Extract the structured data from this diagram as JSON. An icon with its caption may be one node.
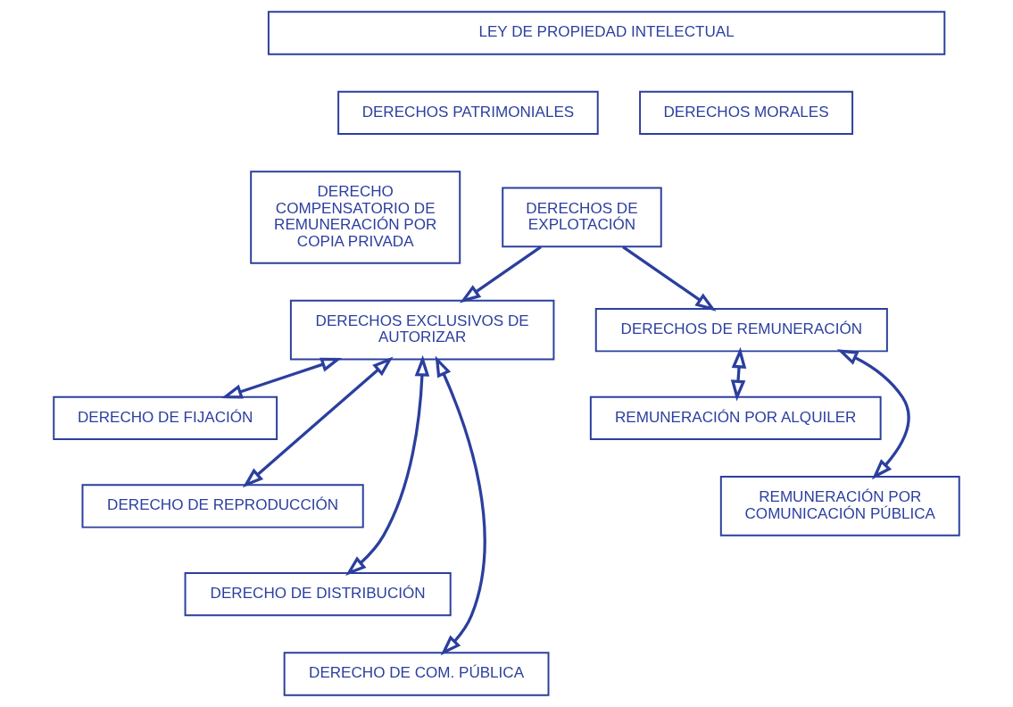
{
  "diagram": {
    "nodes": [
      {
        "text": [
          "LEY DE PROPIEDAD INTELECTUAL"
        ]
      },
      {
        "text": [
          "DERECHOS PATRIMONIALES"
        ]
      },
      {
        "text": [
          "DERECHOS MORALES"
        ]
      },
      {
        "text": [
          "DERECHO COMPENSATORIO DE REMUNERACIÓN POR COPIA PRIVADA"
        ]
      },
      {
        "text": [
          "DERECHOS DE EXPLOTACIÓN"
        ]
      },
      {
        "text": [
          "DERECHOS EXCLUSIVOS DE AUTORIZAR"
        ]
      },
      {
        "text": [
          "DERECHOS DE REMUNERACIÓN"
        ]
      },
      {
        "text": [
          "DERECHO DE FIJACIÓN"
        ]
      },
      {
        "text": [
          "REMUNERACIÓN POR ALQUILER"
        ]
      },
      {
        "text": [
          "DERECHO DE REPRODUCCIÓN"
        ]
      },
      {
        "text": [
          "REMUNERACIÓN POR COMUNICACIÓN PÚBLICA"
        ]
      },
      {
        "text": [
          "DERECHO DE DISTRIBUCIÓN"
        ]
      },
      {
        "text": [
          "DERECHO DE COM. PÚBLICA"
        ]
      }
    ],
    "edges": [
      {
        "from": 4,
        "to": 5,
        "arrow": "to"
      },
      {
        "from": 4,
        "to": 6,
        "arrow": "to"
      },
      {
        "from": 5,
        "to": 7,
        "arrow": "both"
      },
      {
        "from": 5,
        "to": 9,
        "arrow": "both"
      },
      {
        "from": 5,
        "to": 11,
        "arrow": "both"
      },
      {
        "from": 5,
        "to": 12,
        "arrow": "both"
      },
      {
        "from": 6,
        "to": 8,
        "arrow": "both"
      },
      {
        "from": 6,
        "to": 10,
        "arrow": "both"
      }
    ]
  }
}
